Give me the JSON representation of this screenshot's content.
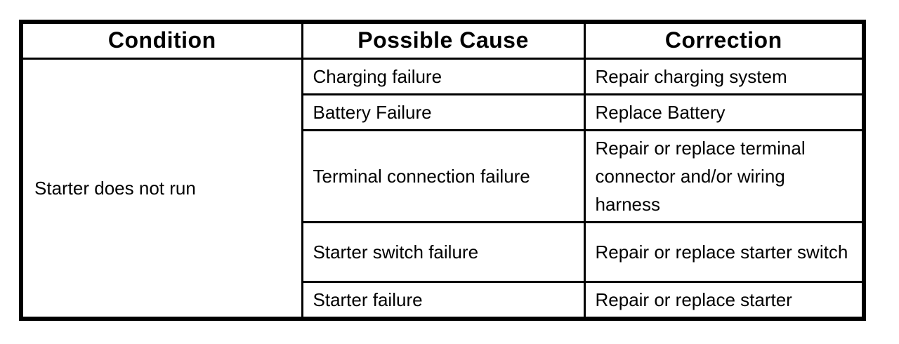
{
  "table": {
    "headers": {
      "condition": "Condition",
      "possible_cause": "Possible Cause",
      "correction": "Correction"
    },
    "condition": "Starter does not run",
    "rows": [
      {
        "cause": "Charging failure",
        "correction": "Repair charging system"
      },
      {
        "cause": "Battery Failure",
        "correction": "Replace Battery"
      },
      {
        "cause": "Terminal connection failure",
        "correction": "Repair or replace terminal connector and/or wiring harness"
      },
      {
        "cause": "Starter switch failure",
        "correction": "Repair or replace starter switch"
      },
      {
        "cause": "Starter failure",
        "correction": "Repair or replace starter"
      }
    ],
    "colors": {
      "border": "#000000",
      "background": "#ffffff",
      "text": "#000000"
    }
  }
}
